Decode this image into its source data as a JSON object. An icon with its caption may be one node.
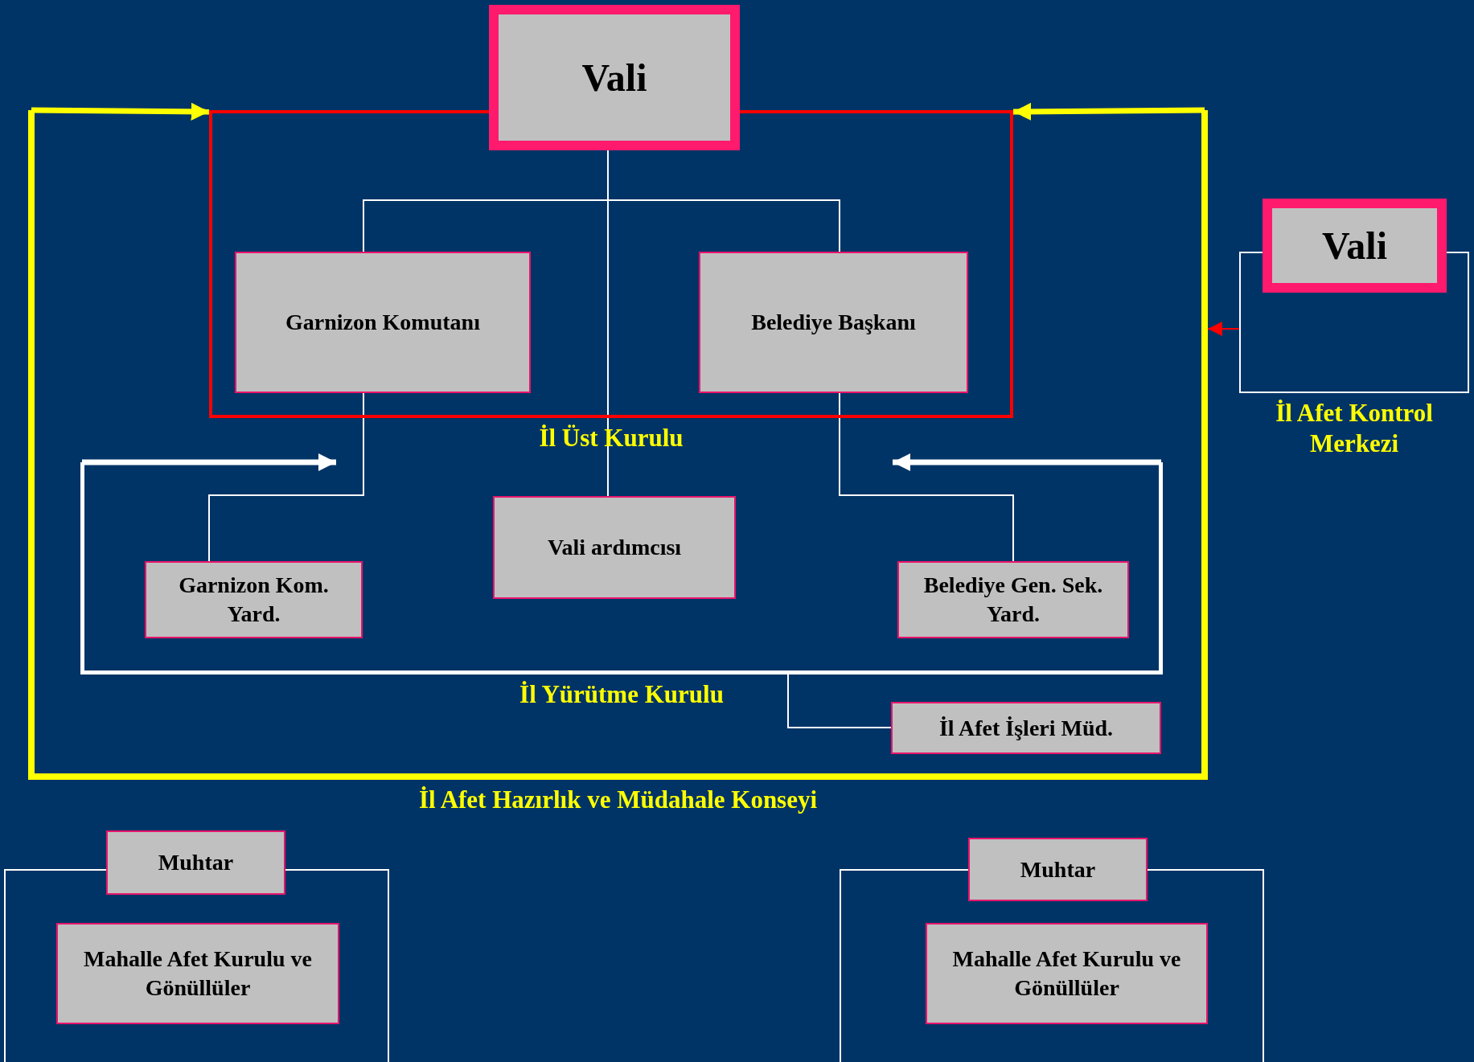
{
  "diagram": {
    "nodes": [
      {
        "text": [
          "İl Afet Hazırlık ve Müdahale Konseyi"
        ]
      },
      {
        "text": [
          "Vali"
        ]
      },
      {
        "text": [
          "İl Üst Kurulu"
        ],
        "in": 0
      },
      {
        "text": [
          "Garnizon Komutanı"
        ],
        "in": 2
      },
      {
        "text": [
          "Belediye Başkanı"
        ],
        "in": 2
      },
      {
        "text": [
          "İl Yürütme Kurulu"
        ],
        "in": 0
      },
      {
        "text": [
          "Garnizon Kom. Yard."
        ],
        "in": 5
      },
      {
        "text": [
          "Vali ardımcısı"
        ],
        "in": 5
      },
      {
        "text": [
          "Belediye Gen. Sek. Yard."
        ],
        "in": 5
      },
      {
        "text": [
          "İl Afet İşleri Müd."
        ],
        "in": 0
      },
      {
        "text": [
          "Vali"
        ]
      },
      {
        "text": [
          "İl Afet Kontrol Merkezi"
        ]
      },
      {
        "text": [
          "Muhtar"
        ]
      },
      {
        "text": [],
        "shape": "box"
      },
      {
        "text": [
          "Mahalle Afet Kurulu ve Gönüllüler"
        ],
        "in": 13
      },
      {
        "text": [
          "Muhtar"
        ]
      },
      {
        "text": [],
        "shape": "box"
      },
      {
        "text": [
          "Mahalle Afet Kurulu ve Gönüllüler"
        ],
        "in": 16
      }
    ],
    "edges": [
      {
        "from": 1,
        "to": 3,
        "arrow": "none"
      },
      {
        "from": 1,
        "to": 4,
        "arrow": "none"
      },
      {
        "from": 1,
        "to": 7,
        "arrow": "none"
      },
      {
        "from": 3,
        "to": 6,
        "arrow": "none"
      },
      {
        "from": 4,
        "to": 8,
        "arrow": "none"
      },
      {
        "from": 5,
        "to": 9,
        "arrow": "none"
      },
      {
        "from": 0,
        "to": 2,
        "arrow": "to",
        "style": "thick",
        "color": "#ffff00"
      },
      {
        "from": 0,
        "to": 2,
        "arrow": "to",
        "style": "thick",
        "color": "#ffff00"
      },
      {
        "from": null,
        "to": 5,
        "arrow": "to",
        "style": "thick"
      },
      {
        "from": null,
        "to": 5,
        "arrow": "to",
        "style": "thick"
      },
      {
        "from": 11,
        "to": 0,
        "arrow": "to",
        "color": "#ff0000"
      }
    ]
  }
}
